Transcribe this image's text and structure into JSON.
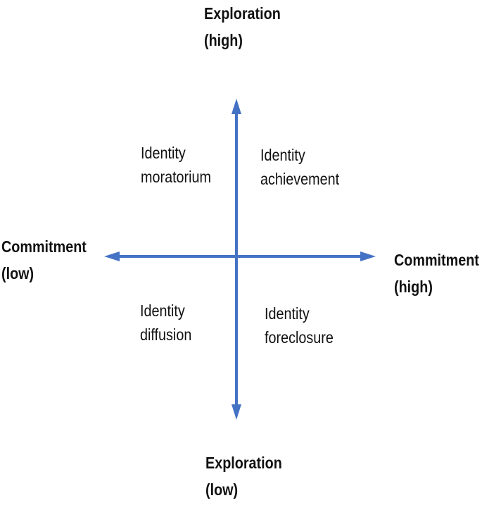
{
  "colors": {
    "axis": "#4472C4",
    "text": "#111111",
    "background": "#ffffff"
  },
  "axes": {
    "vertical": {
      "top_label": [
        "Exploration",
        "(high)"
      ],
      "bottom_label": [
        "Exploration",
        "(low)"
      ]
    },
    "horizontal": {
      "left_label": [
        "Commitment",
        "(low)"
      ],
      "right_label": [
        "Commitment",
        "(high)"
      ]
    }
  },
  "quadrants": {
    "top_left": [
      "Identity",
      "moratorium"
    ],
    "top_right": [
      "Identity",
      "achievement"
    ],
    "bottom_left": [
      "Identity",
      "diffusion"
    ],
    "bottom_right": [
      "Identity",
      "foreclosure"
    ]
  }
}
